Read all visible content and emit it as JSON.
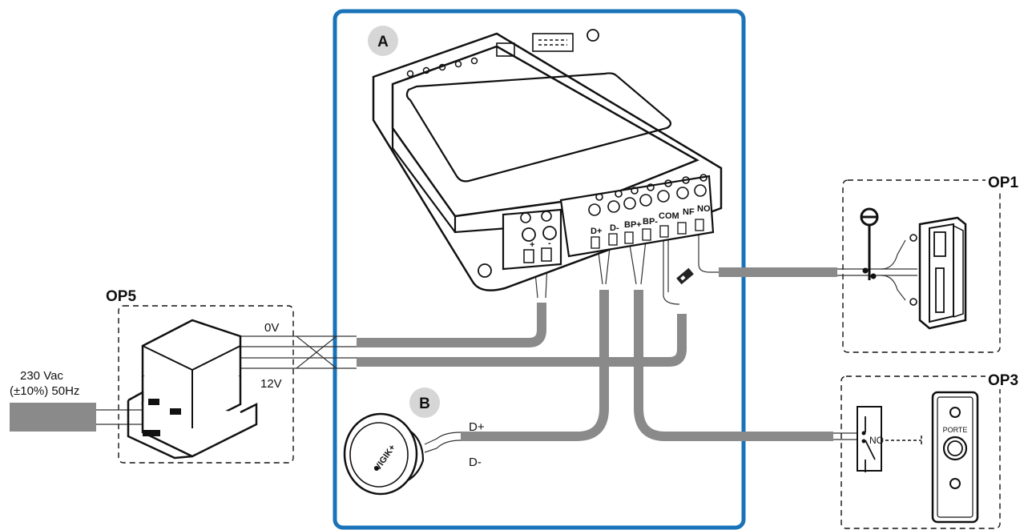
{
  "colors": {
    "frame": "#1a72b8",
    "cable": "#8a8a8a",
    "badge": "#d6d6d6",
    "line": "#111111"
  },
  "badges": {
    "a": "A",
    "b": "B"
  },
  "options": {
    "op1": "OP1",
    "op3": "OP3",
    "op5": "OP5"
  },
  "controller": {
    "power_terminals": [
      "+",
      "-"
    ],
    "bus_terminals": [
      "D+",
      "D-",
      "BP+",
      "BP-",
      "COM",
      "NF",
      "NO"
    ]
  },
  "power_supply": {
    "input_line1": "230 Vac",
    "input_line2": "(±10%) 50Hz",
    "output_0v": "0V",
    "output_12v": "12V"
  },
  "reader": {
    "logo": "VIGIK+",
    "wire_d_plus": "D+",
    "wire_d_minus": "D-"
  },
  "exit_button": {
    "contact": "NO",
    "plate": "PORTE"
  },
  "icons": [
    "diode-icon",
    "varistor-icon",
    "strike-icon",
    "push-button-icon"
  ]
}
